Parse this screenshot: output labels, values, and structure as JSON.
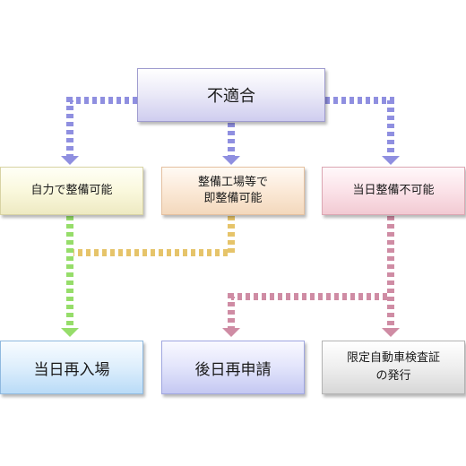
{
  "nodes": {
    "top": "不適合",
    "self_repair": "自力で整備可能",
    "shop_repair": "整備工場等で\n即整備可能",
    "same_day_impossible": "当日整備不可能",
    "same_day_reentry": "当日再入場",
    "later_reapply": "後日再申請",
    "limited_certificate": "限定自動車検査証\nの発行"
  },
  "colors": {
    "arrows_from_top": "#8f8fe0",
    "arrow_self_repair": "#96dd6a",
    "arrow_shop_repair": "#e6c46a",
    "arrow_same_day_impossible": "#cf8ca4"
  }
}
